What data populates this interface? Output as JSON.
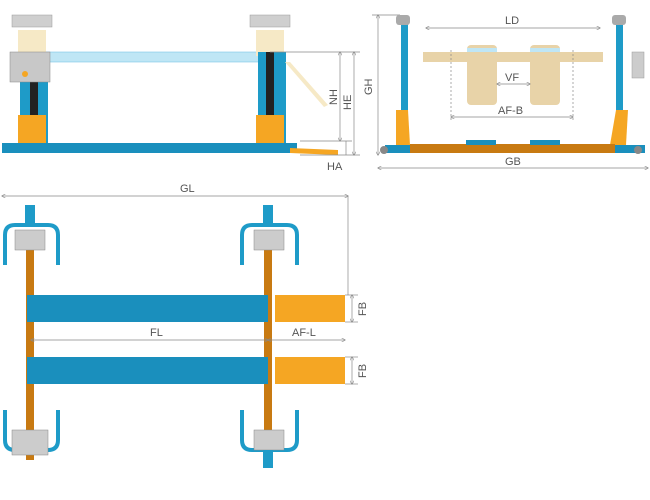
{
  "side_view": {
    "nh": "NH",
    "he": "HE",
    "ha": "HA",
    "gh": "GH"
  },
  "front_view": {
    "ld": "LD",
    "vf": "VF",
    "af_b": "AF-B",
    "gb": "GB"
  },
  "plan_view": {
    "gl": "GL",
    "fl": "FL",
    "af_l": "AF-L",
    "fb_top": "FB",
    "fb_bottom": "FB"
  },
  "colors": {
    "column": "#1e9bc8",
    "runway": "#1a8fbd",
    "orange": "#f5a623",
    "base": "#c87a12",
    "tan": "#e8d3a8",
    "light_blue": "#bfe6f5"
  }
}
